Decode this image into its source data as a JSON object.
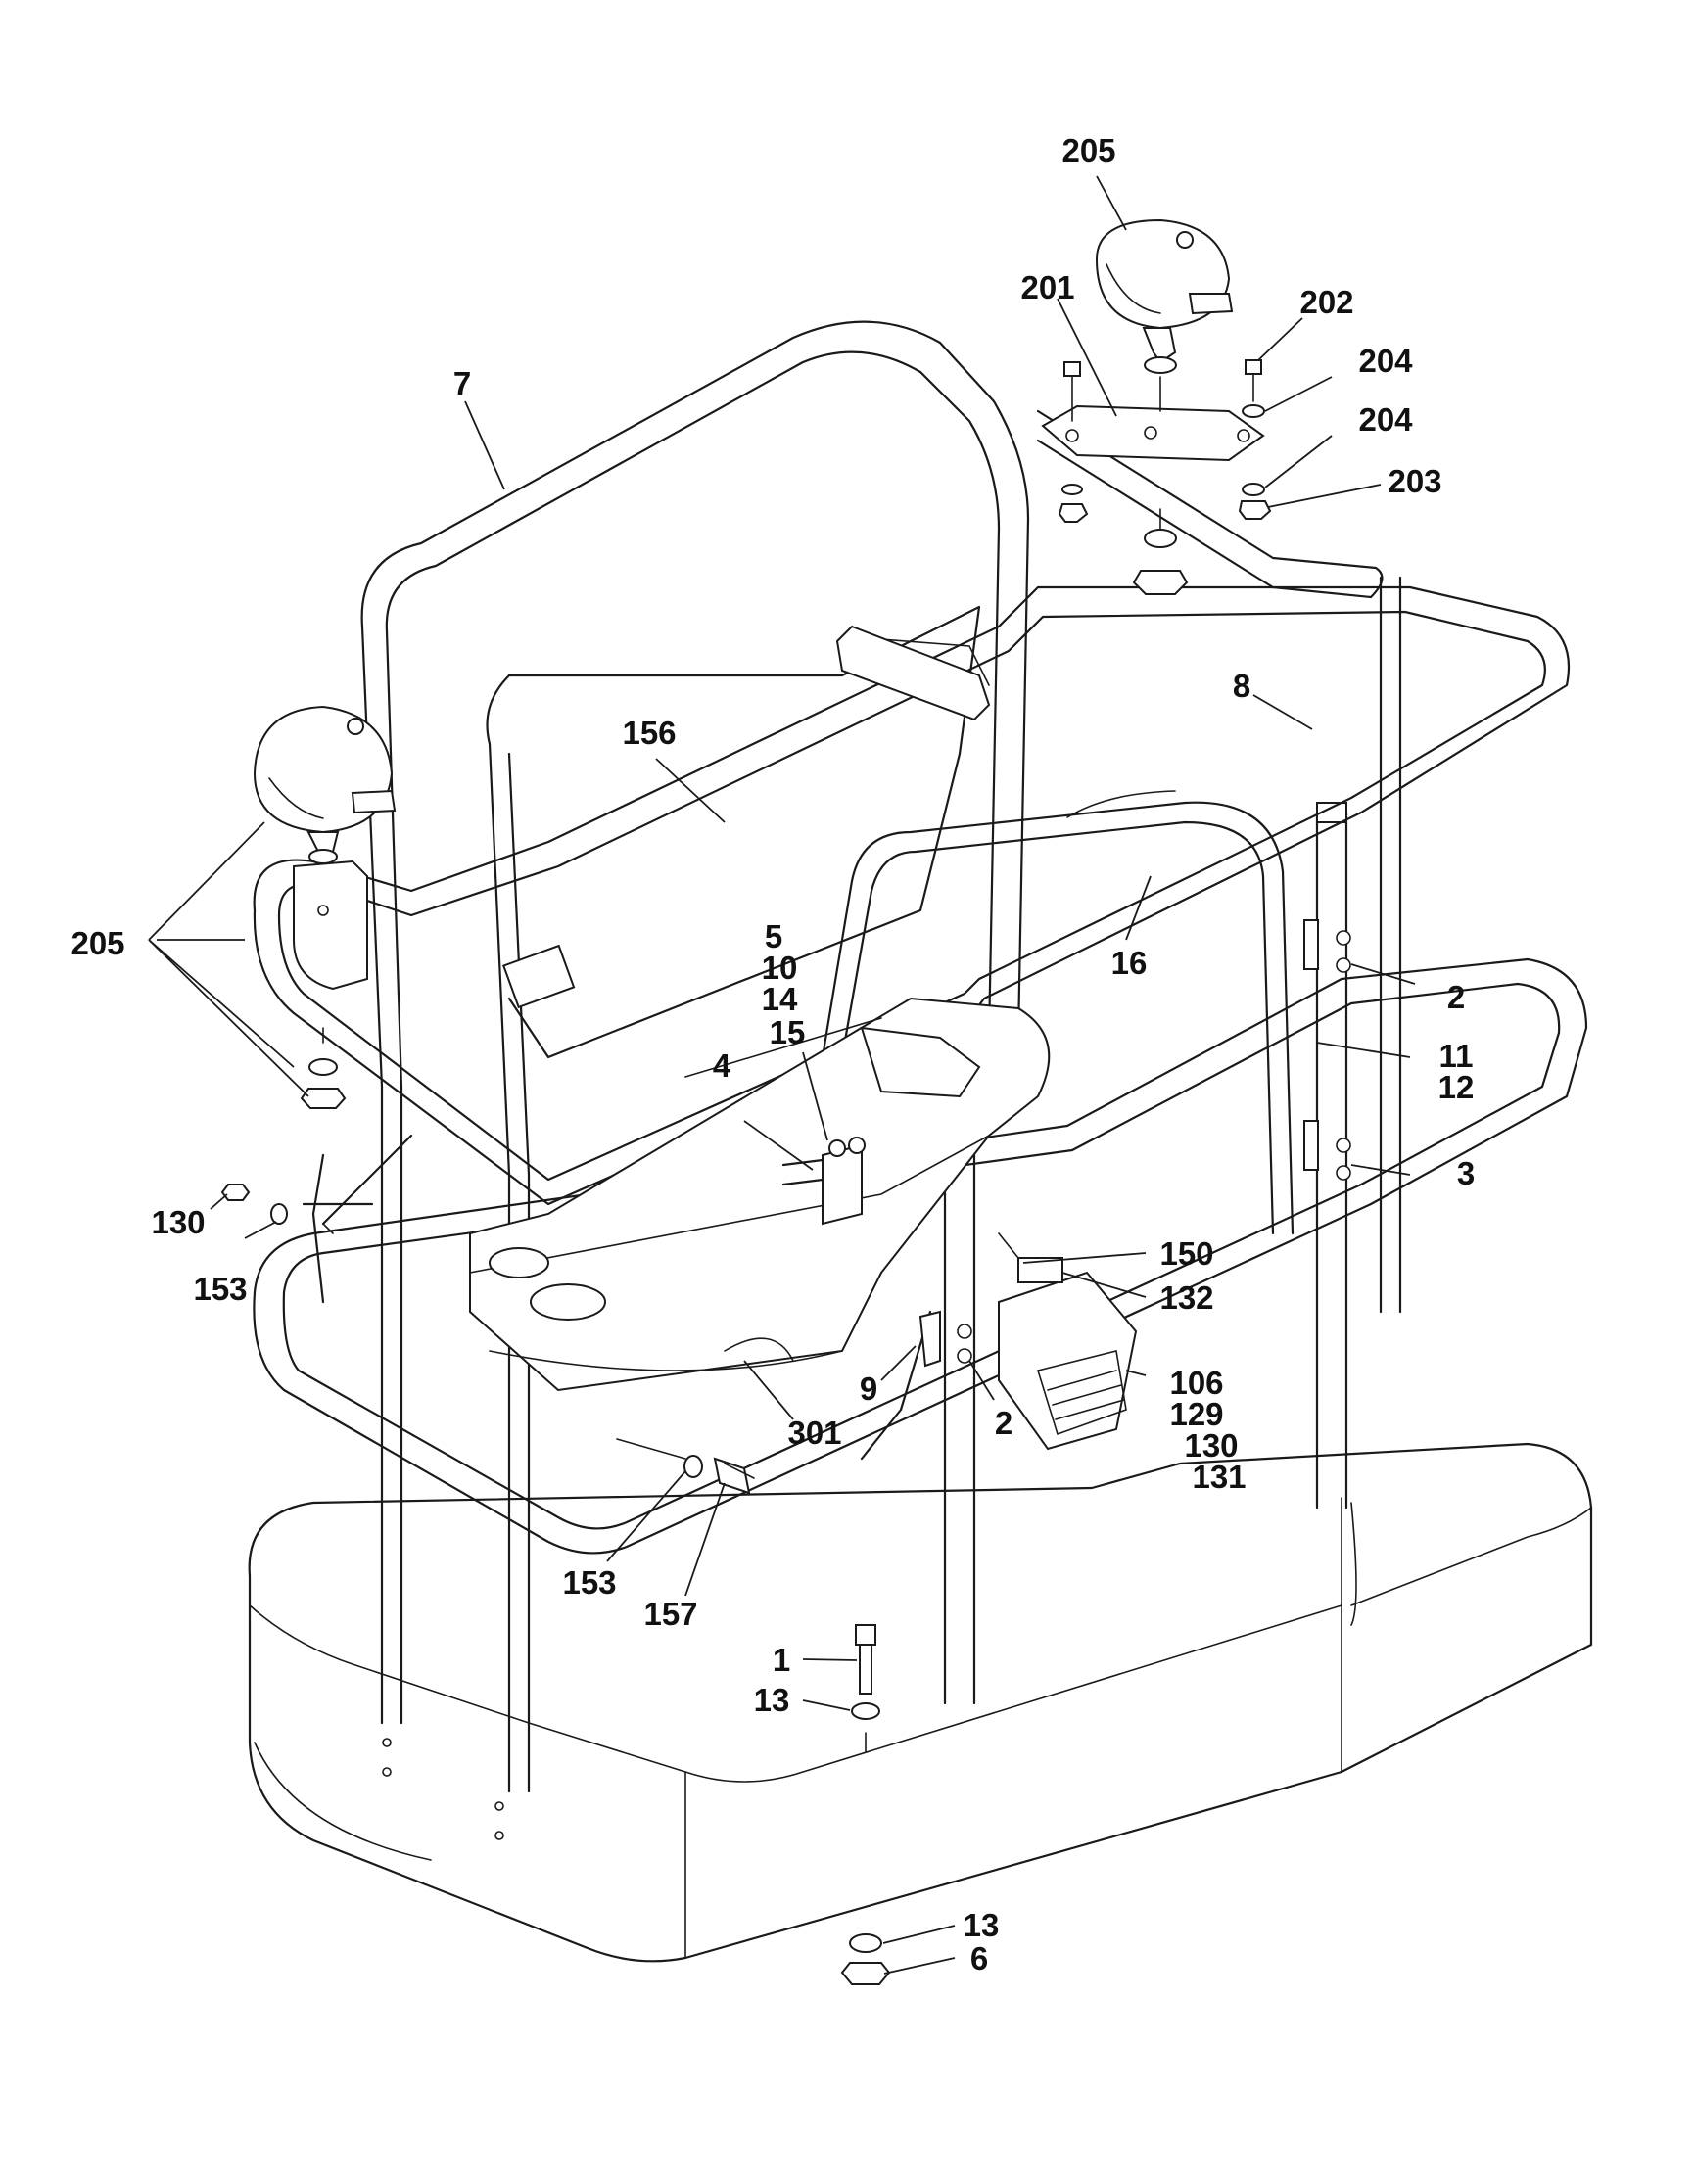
{
  "callouts": [
    {
      "text": "205"
    },
    {
      "text": "201"
    },
    {
      "text": "202"
    },
    {
      "text": "204"
    },
    {
      "text": "204"
    },
    {
      "text": "203"
    },
    {
      "text": "7"
    },
    {
      "text": "8"
    },
    {
      "text": "156"
    },
    {
      "text": "205"
    },
    {
      "text": "5"
    },
    {
      "text": "10"
    },
    {
      "text": "14"
    },
    {
      "text": "15"
    },
    {
      "text": "16"
    },
    {
      "text": "2"
    },
    {
      "text": "11"
    },
    {
      "text": "12"
    },
    {
      "text": "4"
    },
    {
      "text": "3"
    },
    {
      "text": "130"
    },
    {
      "text": "153"
    },
    {
      "text": "150"
    },
    {
      "text": "132"
    },
    {
      "text": "106"
    },
    {
      "text": "129"
    },
    {
      "text": "130"
    },
    {
      "text": "131"
    },
    {
      "text": "9"
    },
    {
      "text": "2"
    },
    {
      "text": "301"
    },
    {
      "text": "153"
    },
    {
      "text": "157"
    },
    {
      "text": "1"
    },
    {
      "text": "13"
    },
    {
      "text": "13"
    },
    {
      "text": "6"
    }
  ]
}
